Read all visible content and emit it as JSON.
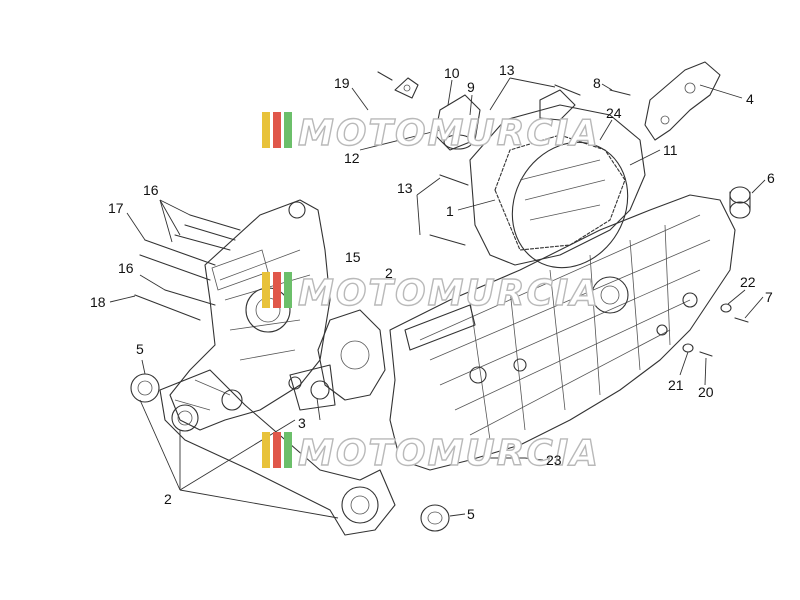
{
  "watermark": {
    "text": "MOTOMURCIA",
    "stripe_colors": [
      "#e8c23a",
      "#e0574a",
      "#6cbf6a"
    ]
  },
  "callouts": [
    "19",
    "10",
    "9",
    "13",
    "8",
    "4",
    "24",
    "12",
    "11",
    "13",
    "1",
    "6",
    "16",
    "17",
    "15",
    "2",
    "16",
    "18",
    "22",
    "7",
    "5",
    "21",
    "20",
    "3",
    "23",
    "2",
    "5"
  ],
  "colors": {
    "line": "#333333",
    "background": "#ffffff",
    "watermark_outline": "#b9b9b9"
  }
}
